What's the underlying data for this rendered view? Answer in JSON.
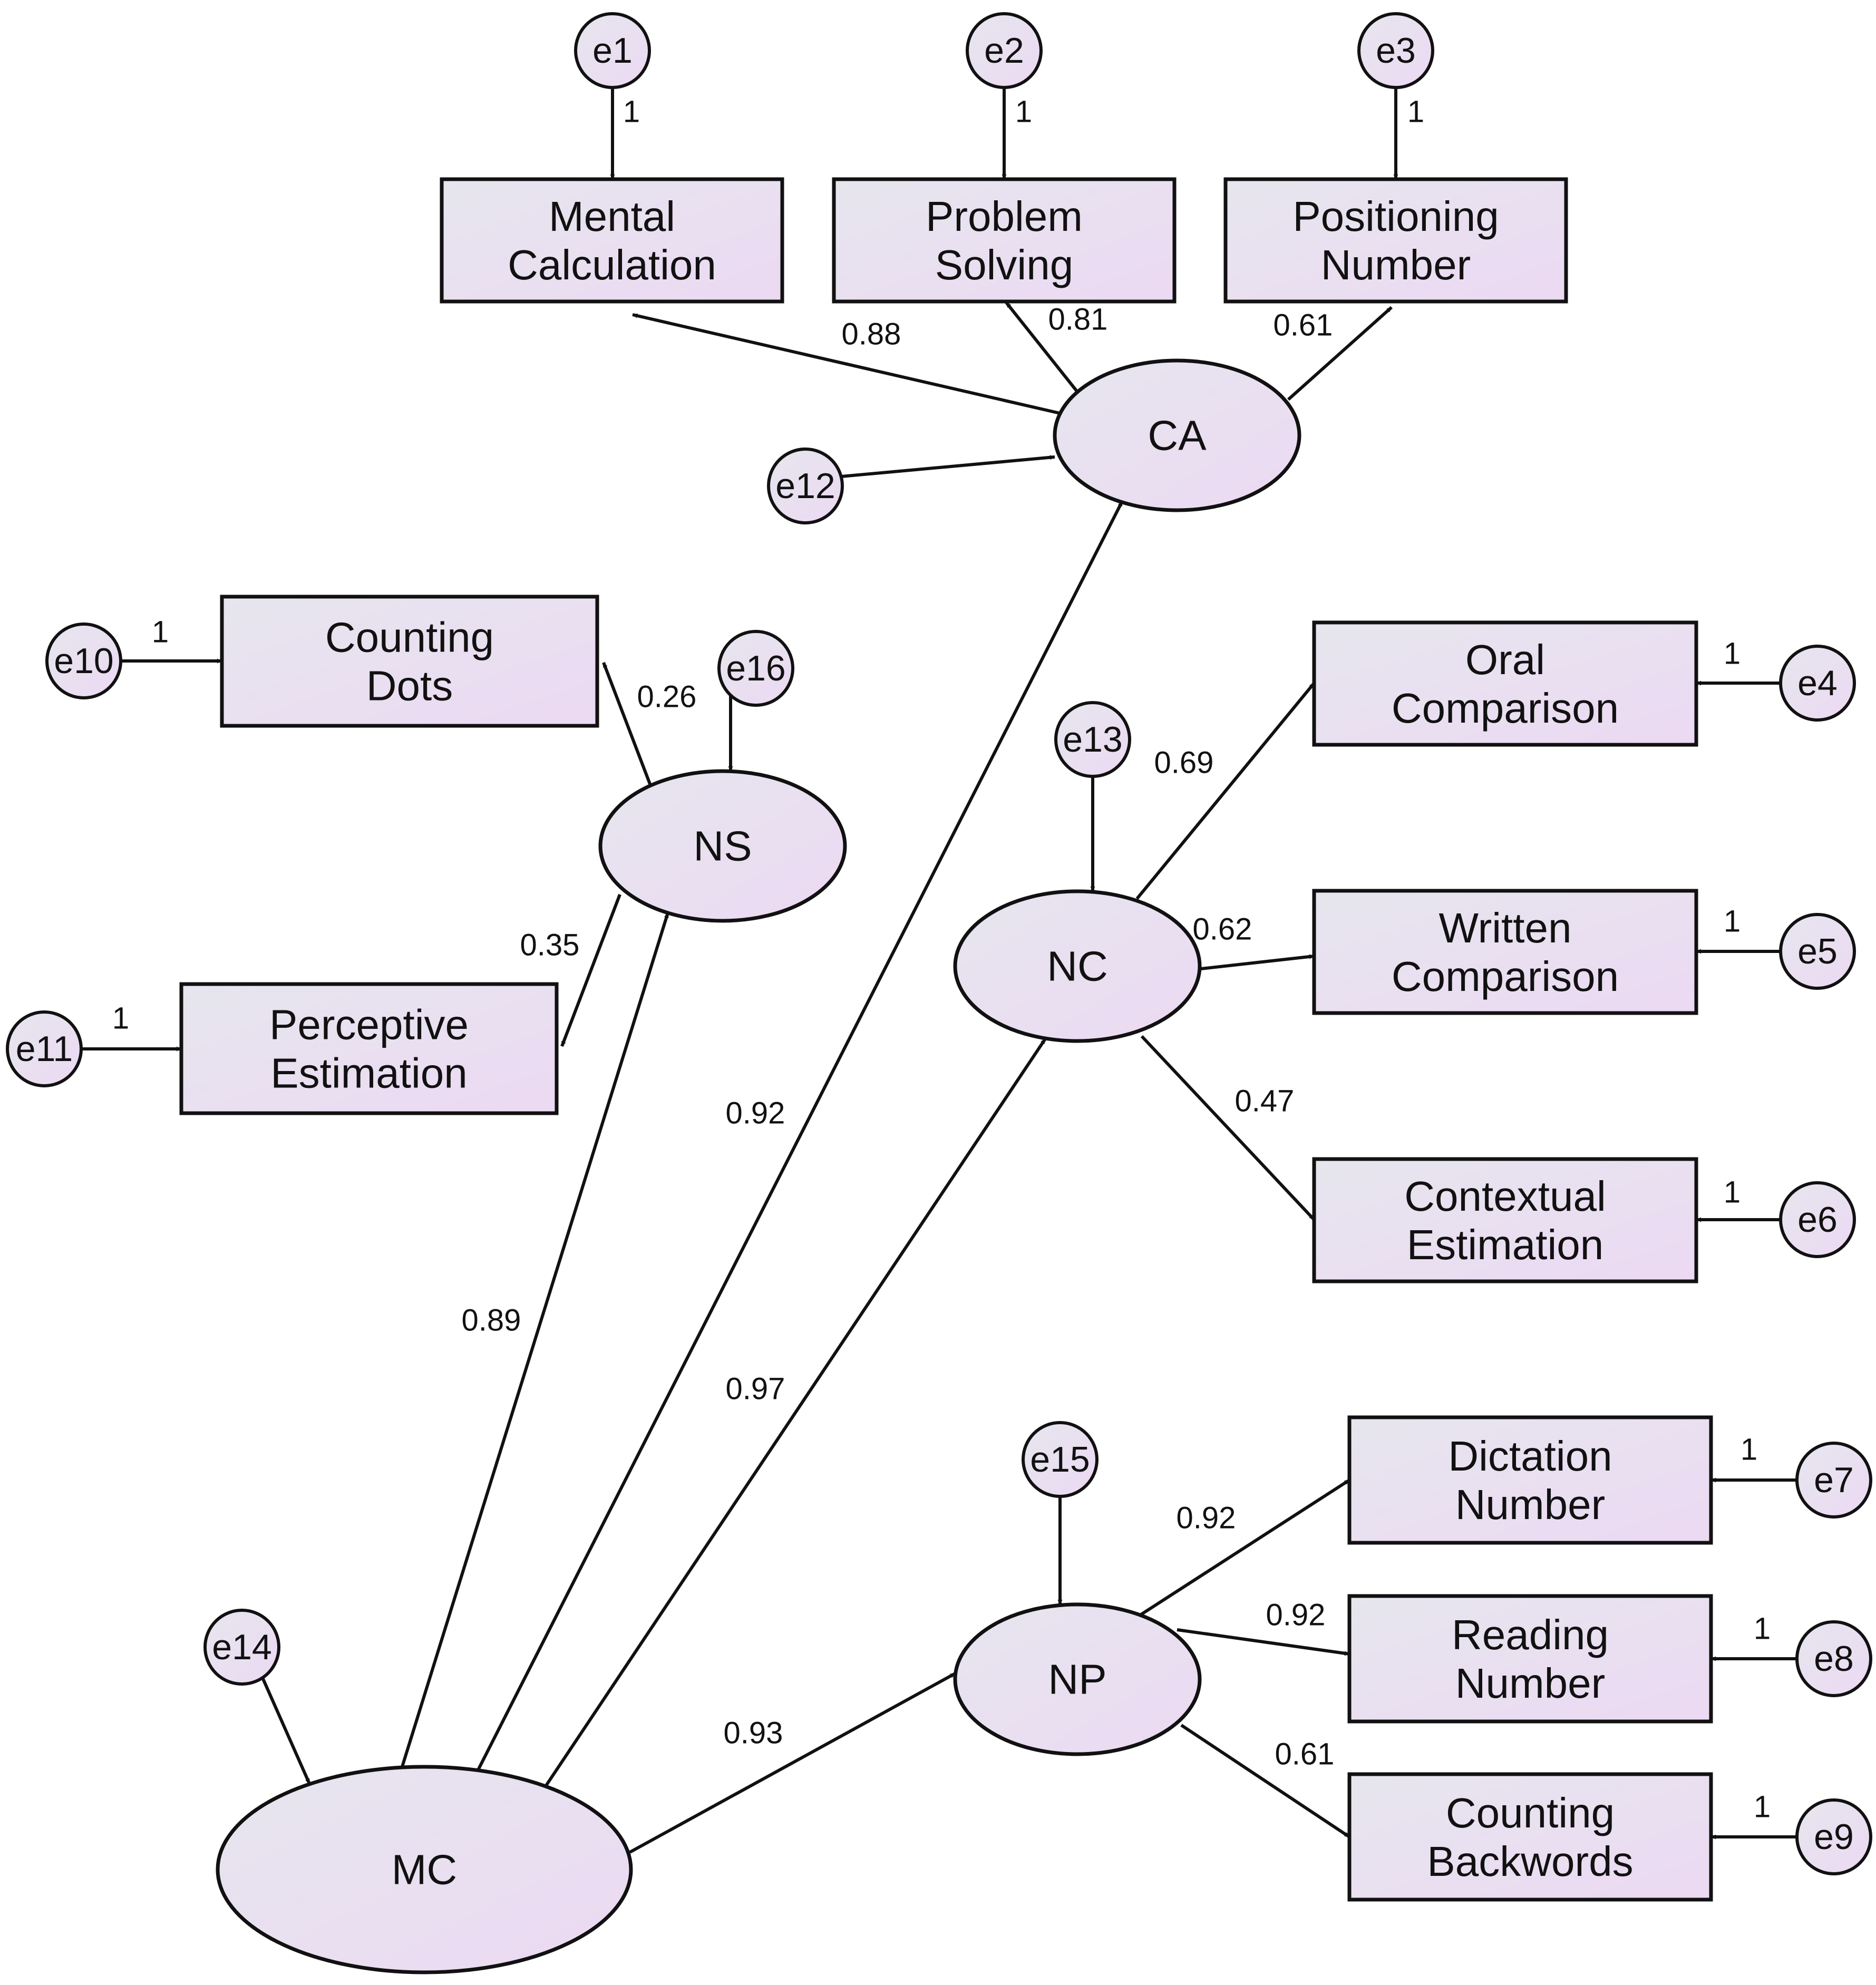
{
  "observed": [
    {
      "id": "mental_calc",
      "lines": [
        "Mental",
        "Calculation"
      ]
    },
    {
      "id": "problem_solving",
      "lines": [
        "Problem",
        "Solving"
      ]
    },
    {
      "id": "positioning_number",
      "lines": [
        "Positioning",
        "Number"
      ]
    },
    {
      "id": "counting_dots",
      "lines": [
        "Counting",
        "Dots"
      ]
    },
    {
      "id": "perceptive_estimation",
      "lines": [
        "Perceptive",
        "Estimation"
      ]
    },
    {
      "id": "oral_comparison",
      "lines": [
        "Oral",
        "Comparison"
      ]
    },
    {
      "id": "written_comparison",
      "lines": [
        "Written",
        "Comparison"
      ]
    },
    {
      "id": "contextual_estimation",
      "lines": [
        "Contextual",
        "Estimation"
      ]
    },
    {
      "id": "dictation_number",
      "lines": [
        "Dictation",
        "Number"
      ]
    },
    {
      "id": "reading_number",
      "lines": [
        "Reading",
        "Number"
      ]
    },
    {
      "id": "counting_backwords",
      "lines": [
        "Counting",
        "Backwords"
      ]
    }
  ],
  "latent": [
    {
      "id": "CA",
      "label": "CA"
    },
    {
      "id": "NS",
      "label": "NS"
    },
    {
      "id": "NC",
      "label": "NC"
    },
    {
      "id": "NP",
      "label": "NP"
    },
    {
      "id": "MC",
      "label": "MC"
    }
  ],
  "errors": [
    {
      "id": "e1",
      "label": "e1",
      "target": "mental_calc",
      "weight": "1"
    },
    {
      "id": "e2",
      "label": "e2",
      "target": "problem_solving",
      "weight": "1"
    },
    {
      "id": "e3",
      "label": "e3",
      "target": "positioning_number",
      "weight": "1"
    },
    {
      "id": "e4",
      "label": "e4",
      "target": "oral_comparison",
      "weight": "1"
    },
    {
      "id": "e5",
      "label": "e5",
      "target": "written_comparison",
      "weight": "1"
    },
    {
      "id": "e6",
      "label": "e6",
      "target": "contextual_estimation",
      "weight": "1"
    },
    {
      "id": "e7",
      "label": "e7",
      "target": "dictation_number",
      "weight": "1"
    },
    {
      "id": "e8",
      "label": "e8",
      "target": "reading_number",
      "weight": "1"
    },
    {
      "id": "e9",
      "label": "e9",
      "target": "counting_backwords",
      "weight": "1"
    },
    {
      "id": "e10",
      "label": "e10",
      "target": "counting_dots",
      "weight": "1"
    },
    {
      "id": "e11",
      "label": "e11",
      "target": "perceptive_estimation",
      "weight": "1"
    },
    {
      "id": "e12",
      "label": "e12",
      "target": "CA",
      "weight": ""
    },
    {
      "id": "e13",
      "label": "e13",
      "target": "NC",
      "weight": ""
    },
    {
      "id": "e14",
      "label": "e14",
      "target": "MC",
      "weight": ""
    },
    {
      "id": "e15",
      "label": "e15",
      "target": "NP",
      "weight": ""
    },
    {
      "id": "e16",
      "label": "e16",
      "target": "NS",
      "weight": ""
    }
  ],
  "paths": [
    {
      "from": "CA",
      "to": "mental_calc",
      "coefficient": "0.88"
    },
    {
      "from": "CA",
      "to": "problem_solving",
      "coefficient": "0.81"
    },
    {
      "from": "CA",
      "to": "positioning_number",
      "coefficient": "0.61"
    },
    {
      "from": "NS",
      "to": "counting_dots",
      "coefficient": "0.26"
    },
    {
      "from": "NS",
      "to": "perceptive_estimation",
      "coefficient": "0.35"
    },
    {
      "from": "NC",
      "to": "oral_comparison",
      "coefficient": "0.69"
    },
    {
      "from": "NC",
      "to": "written_comparison",
      "coefficient": "0.62"
    },
    {
      "from": "NC",
      "to": "contextual_estimation",
      "coefficient": "0.47"
    },
    {
      "from": "NP",
      "to": "dictation_number",
      "coefficient": "0.92"
    },
    {
      "from": "NP",
      "to": "reading_number",
      "coefficient": "0.92"
    },
    {
      "from": "NP",
      "to": "counting_backwords",
      "coefficient": "0.61"
    },
    {
      "from": "MC",
      "to": "NS",
      "coefficient": "0.89"
    },
    {
      "from": "MC",
      "to": "CA",
      "coefficient": "0.92"
    },
    {
      "from": "MC",
      "to": "NC",
      "coefficient": "0.97"
    },
    {
      "from": "MC",
      "to": "NP",
      "coefficient": "0.93"
    }
  ]
}
